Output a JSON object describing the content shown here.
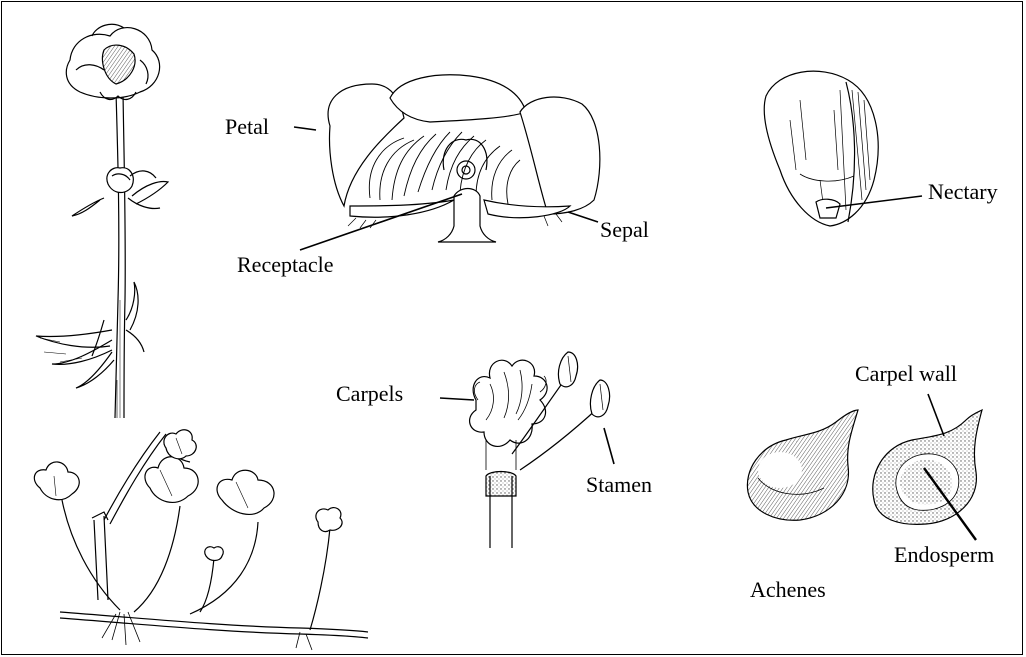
{
  "labels": {
    "petal": "Petal",
    "receptacle": "Receptacle",
    "sepal": "Sepal",
    "nectary": "Nectary",
    "carpels": "Carpels",
    "stamen": "Stamen",
    "carpel_wall": "Carpel wall",
    "endosperm": "Endosperm",
    "achenes": "Achenes"
  },
  "colors": {
    "ink": "#000000",
    "background": "#ffffff",
    "stipple": "#888888"
  }
}
